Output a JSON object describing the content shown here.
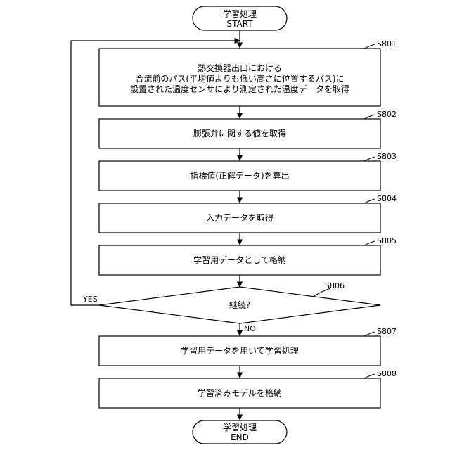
{
  "start": {
    "line1": "学習処理",
    "line2": "START"
  },
  "end": {
    "line1": "学習処理",
    "line2": "END"
  },
  "steps": [
    {
      "id": "S801",
      "lines": [
        "熱交換器出口における",
        "合流前のパス(平均値よりも低い高さに位置するパス)に",
        "設置された温度センサにより測定された温度データを取得"
      ]
    },
    {
      "id": "S802",
      "lines": [
        "膨張弁に関する値を取得"
      ]
    },
    {
      "id": "S803",
      "lines": [
        "指標値(正解データ)を算出"
      ]
    },
    {
      "id": "S804",
      "lines": [
        "入力データを取得"
      ]
    },
    {
      "id": "S805",
      "lines": [
        "学習用データとして格納"
      ]
    },
    {
      "id": "S807",
      "lines": [
        "学習用データを用いて学習処理"
      ]
    },
    {
      "id": "S808",
      "lines": [
        "学習済みモデルを格納"
      ]
    }
  ],
  "decision": {
    "id": "S806",
    "text": "継続?",
    "yes_label": "YES",
    "no_label": "NO"
  }
}
